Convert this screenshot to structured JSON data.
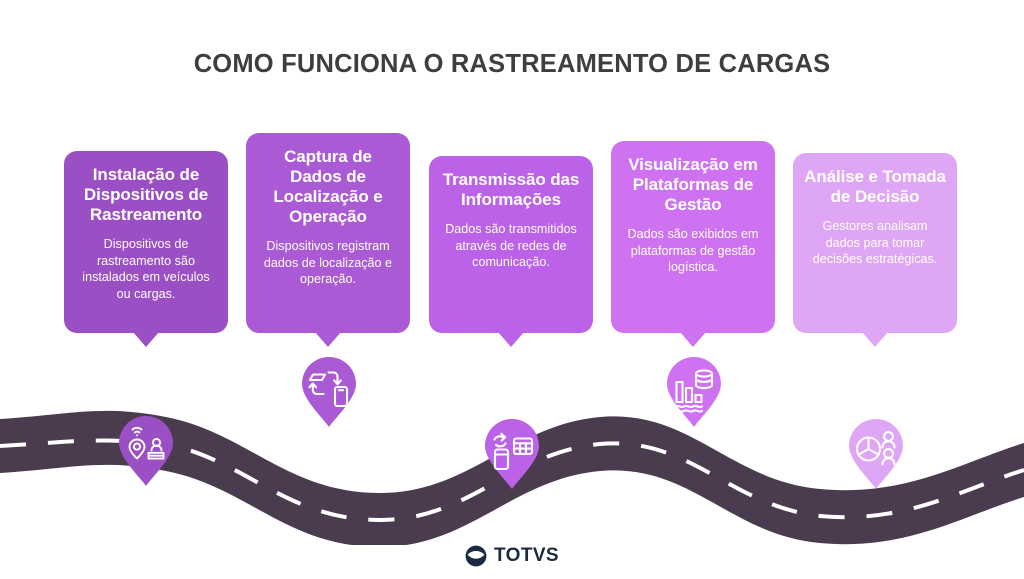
{
  "page": {
    "title": "COMO FUNCIONA O RASTREAMENTO DE CARGAS",
    "background_color": "#ffffff",
    "title_color": "#3e3e3e"
  },
  "steps": [
    {
      "index": "1",
      "title": "Instalação de Dispositivos de Rastreamento",
      "description": "Dispositivos de rastreamento são instalados em veículos ou cargas.",
      "color": "#9b4fc4",
      "icon_name": "gps-tracker-truck-icon",
      "pin_color": "#9b4fc4"
    },
    {
      "index": "2",
      "title": "Captura de Dados de Localização e Operação",
      "description": "Dispositivos registram dados de localização e operação.",
      "color": "#ab5ad6",
      "icon_name": "data-sync-mobile-icon",
      "pin_color": "#ab5ad6"
    },
    {
      "index": "3",
      "title": "Transmissão das Informações",
      "description": "Dados são transmitidos através de redes de comunicação.",
      "color": "#bb62e8",
      "icon_name": "mobile-transfer-grid-icon",
      "pin_color": "#bb62e8"
    },
    {
      "index": "4",
      "title": "Visualização em Plataformas de Gestão",
      "description": "Dados são exibidos em plataformas de gestão logística.",
      "color": "#cf72f2",
      "icon_name": "bar-chart-database-icon",
      "pin_color": "#cf72f2"
    },
    {
      "index": "5",
      "title": "Análise e Tomada de Decisão",
      "description": "Gestores analisam dados para tomar decisões estratégicas.",
      "color": "#dfa6f5",
      "icon_name": "pie-chart-people-icon",
      "pin_color": "#dfa6f5"
    }
  ],
  "road": {
    "color": "#4a3b4f",
    "dash_color": "#ffffff"
  },
  "logo": {
    "wordmark": "TOTVS",
    "color": "#1b2a41",
    "mark_name": "totvs-hexagon-mark"
  }
}
